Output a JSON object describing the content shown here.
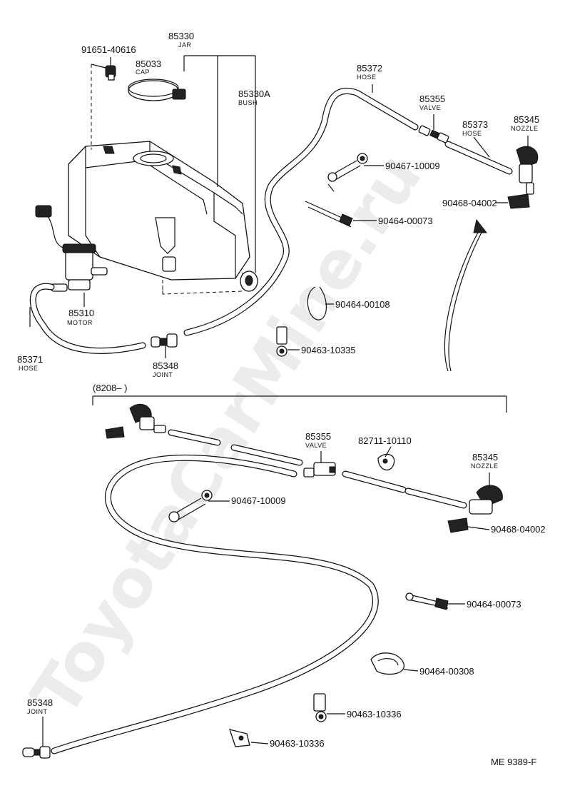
{
  "watermark": "ToyotaCarMine.ru",
  "figure_code": "ME  9389-F",
  "section_label": "(8208–       )",
  "upper": {
    "jar": {
      "number": "85330",
      "name": "JAR"
    },
    "bush": {
      "number": "85330A",
      "name": "BUSH"
    },
    "screw": {
      "number": "91651-40616"
    },
    "cap": {
      "number": "85033",
      "name": "CAP"
    },
    "motor": {
      "number": "85310",
      "name": "MOTOR"
    },
    "hose_left": {
      "number": "85371",
      "name": "HOSE"
    },
    "joint": {
      "number": "85348",
      "name": "JOINT"
    },
    "hose_top": {
      "number": "85372",
      "name": "HOSE"
    },
    "valve": {
      "number": "85355",
      "name": "VALVE"
    },
    "hose_right": {
      "number": "85373",
      "name": "HOSE"
    },
    "nozzle": {
      "number": "85345",
      "name": "NOZZLE"
    },
    "clamp_a": {
      "number": "90467-10009"
    },
    "nozzle_clip": {
      "number": "90468-04002"
    },
    "clamp_b": {
      "number": "90464-00073"
    },
    "clamp_c": {
      "number": "90464-00108"
    },
    "clamp_d": {
      "number": "90463-10335"
    }
  },
  "lower": {
    "valve": {
      "number": "85355",
      "name": "VALVE"
    },
    "clip_valve": {
      "number": "82711-10110"
    },
    "nozzle": {
      "number": "85345",
      "name": "NOZZLE"
    },
    "clamp_a": {
      "number": "90467-10009"
    },
    "nozzle_clip": {
      "number": "90468-04002"
    },
    "clamp_b": {
      "number": "90464-00073"
    },
    "clamp_c": {
      "number": "90464-00308"
    },
    "clamp_d": {
      "number": "90463-10336"
    },
    "clamp_e": {
      "number": "90463-10336"
    },
    "joint": {
      "number": "85348",
      "name": "JOINT"
    }
  }
}
